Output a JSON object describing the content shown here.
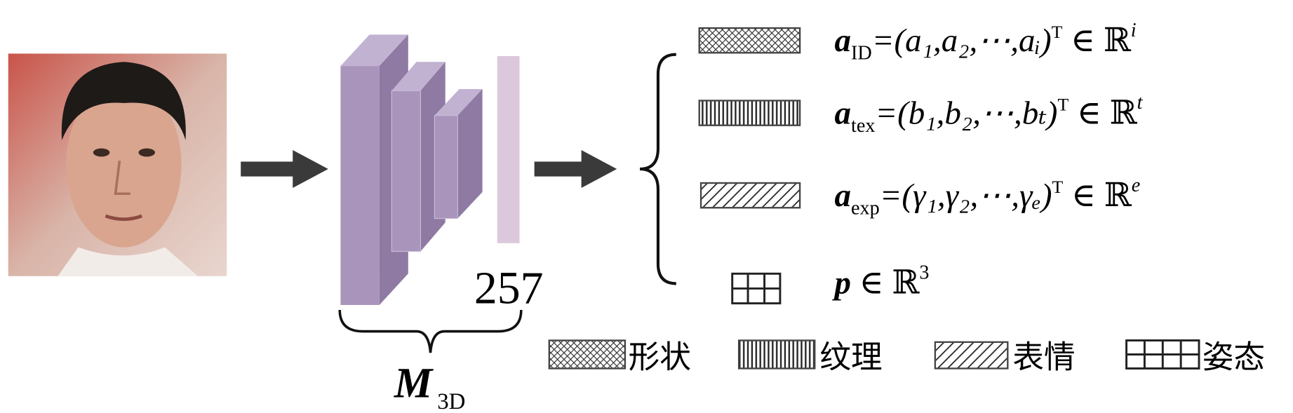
{
  "network": {
    "layer_label": "257",
    "model_symbol": "M",
    "model_subscript": "3D"
  },
  "outputs": [
    {
      "symbol": "a",
      "subscript": "ID",
      "body": "=(a₁,a₂,⋯,aᵢ)",
      "transpose": "T",
      "member": " ∈ ℝ",
      "dim": "i",
      "pattern": "crosshatch"
    },
    {
      "symbol": "a",
      "subscript": "tex",
      "body": "=(b₁,b₂,⋯,bₜ)",
      "transpose": "T",
      "member": " ∈ ℝ",
      "dim": "t",
      "pattern": "vertical"
    },
    {
      "symbol": "a",
      "subscript": "exp",
      "body": "=(γ₁,γ₂,⋯,γₑ)",
      "transpose": "T",
      "member": " ∈ ℝ",
      "dim": "e",
      "pattern": "diagonal"
    },
    {
      "symbol": "p",
      "subscript": "",
      "body": "",
      "transpose": "",
      "member": " ∈ ℝ",
      "dim": "3",
      "pattern": "grid"
    }
  ],
  "legend": [
    {
      "label": "形状",
      "pattern": "crosshatch"
    },
    {
      "label": "纹理",
      "pattern": "vertical"
    },
    {
      "label": "表情",
      "pattern": "diagonal"
    },
    {
      "label": "姿态",
      "pattern": "grid"
    }
  ],
  "colors": {
    "layer": "#a995bb",
    "layer_dark": "#8f7aa3",
    "thin_layer": "#dcc8dc",
    "arrow": "#3a3a3a"
  }
}
